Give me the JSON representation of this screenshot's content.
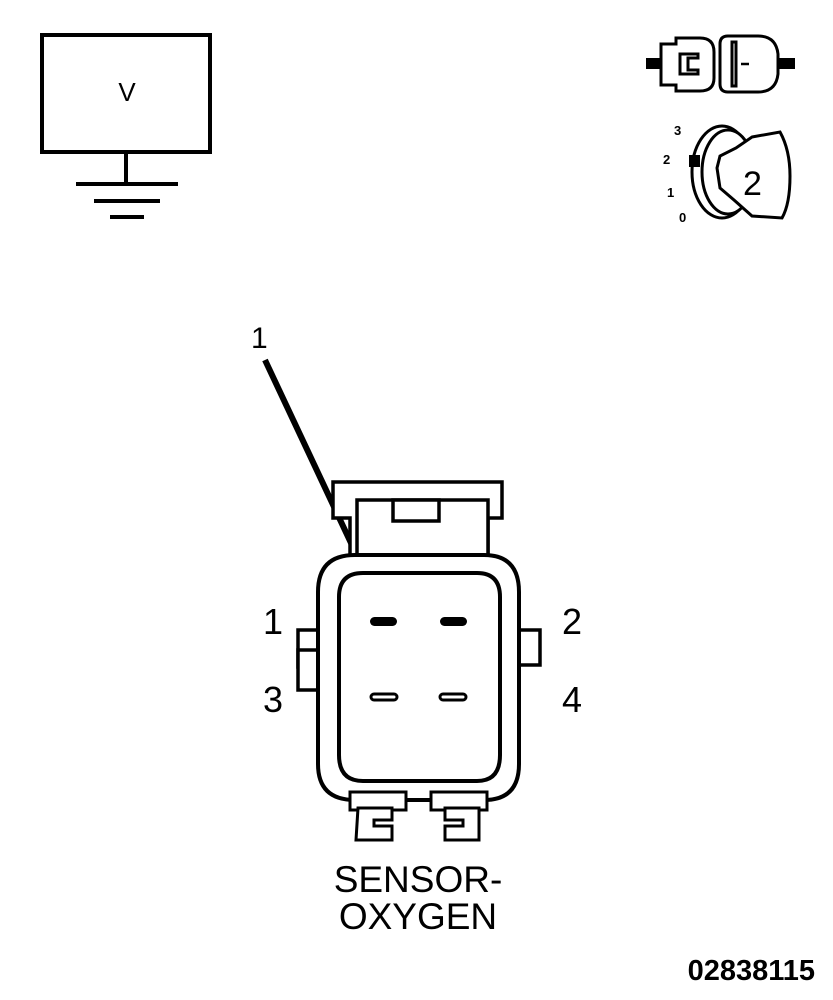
{
  "voltmeter": {
    "symbol": "V"
  },
  "ignition": {
    "positions": [
      "3",
      "2",
      "1",
      "0"
    ],
    "key_position": "2"
  },
  "connector": {
    "callout": "1",
    "pin_labels": [
      "1",
      "2",
      "3",
      "4"
    ],
    "name_line1": "SENSOR-",
    "name_line2": "OXYGEN"
  },
  "figure_id": "02838115",
  "colors": {
    "ink": "#000000",
    "paper": "#ffffff",
    "key_fill": "#ffffff"
  },
  "icons": {
    "meter": "voltmeter-icon",
    "ground": "ground-icon",
    "plug": "connector-disconnected-icon",
    "key": "ignition-key-icon"
  }
}
